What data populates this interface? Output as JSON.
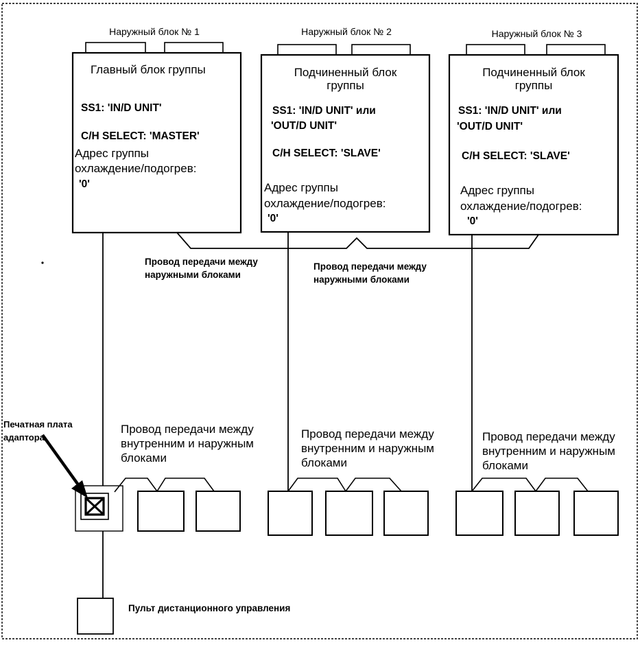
{
  "outdoor_units": [
    {
      "label": "Наружный блок № 1",
      "role": [
        "Главный блок группы"
      ],
      "ss1": [
        "SS1: 'IN/D UNIT'"
      ],
      "ch_select": "C/H SELECT: 'MASTER'",
      "group_address": [
        "Адрес группы",
        "охлаждение/подогрев:",
        "'0'"
      ]
    },
    {
      "label": "Наружный блок № 2",
      "role": [
        "Подчиненный блок",
        "группы"
      ],
      "ss1": [
        "SS1: 'IN/D UNIT'  или",
        "'OUT/D UNIT'"
      ],
      "ch_select": "C/H SELECT: 'SLAVE'",
      "group_address": [
        "Адрес группы",
        "охлаждение/подогрев:",
        "'0'"
      ]
    },
    {
      "label": "Наружный блок № 3",
      "role": [
        "Подчиненный блок",
        "группы"
      ],
      "ss1": [
        "SS1: 'IN/D UNIT'  или",
        "'OUT/D UNIT'"
      ],
      "ch_select": "C/H SELECT: 'SLAVE'",
      "group_address": [
        "Адрес группы",
        "охлаждение/подогрев:",
        "'0'"
      ]
    }
  ],
  "outdoor_transmission_labels": [
    [
      "Провод передачи между",
      "наружными блоками"
    ],
    [
      "Провод передачи между",
      "наружными блоками"
    ]
  ],
  "indoor_transmission_labels": [
    [
      "Провод передачи между",
      "внутренним и наружным",
      "блоками"
    ],
    [
      "Провод передачи между",
      "внутренним и наружным",
      "блоками"
    ],
    [
      "Провод передачи между",
      "внутренним и наружным",
      "блоками"
    ]
  ],
  "adapter_board_label": [
    "Печатная плата",
    "адаптора"
  ],
  "remote_controller_label": "Пульт дистанционного управления"
}
